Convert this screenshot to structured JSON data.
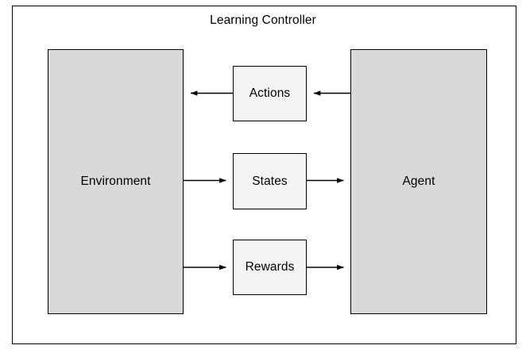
{
  "diagram": {
    "title": "Learning Controller",
    "type": "block-flow-diagram",
    "frame": {
      "stroke": "#000000",
      "fill": "#ffffff"
    },
    "colors": {
      "large_node_fill": "#d9d9d9",
      "small_node_fill": "#f4f4f4",
      "stroke": "#000000",
      "text": "#000000",
      "background": "#ffffff"
    },
    "nodes": [
      {
        "id": "environment",
        "label": "Environment",
        "shape": "rectangle",
        "fill": "#d9d9d9",
        "side": "left"
      },
      {
        "id": "agent",
        "label": "Agent",
        "shape": "rectangle",
        "fill": "#d9d9d9",
        "side": "right"
      },
      {
        "id": "actions",
        "label": "Actions",
        "shape": "rectangle",
        "fill": "#f4f4f4",
        "side": "center"
      },
      {
        "id": "states",
        "label": "States",
        "shape": "rectangle",
        "fill": "#f4f4f4",
        "side": "center"
      },
      {
        "id": "rewards",
        "label": "Rewards",
        "shape": "rectangle",
        "fill": "#f4f4f4",
        "side": "center"
      }
    ],
    "edges": [
      {
        "id": "agent-to-actions",
        "from": "agent",
        "to": "actions",
        "direction": "left",
        "label": ""
      },
      {
        "id": "actions-to-environment",
        "from": "actions",
        "to": "environment",
        "direction": "left",
        "label": ""
      },
      {
        "id": "environment-to-states",
        "from": "environment",
        "to": "states",
        "direction": "right",
        "label": ""
      },
      {
        "id": "states-to-agent",
        "from": "states",
        "to": "agent",
        "direction": "right",
        "label": ""
      },
      {
        "id": "environment-to-rewards",
        "from": "environment",
        "to": "rewards",
        "direction": "right",
        "label": ""
      },
      {
        "id": "rewards-to-agent",
        "from": "rewards",
        "to": "agent",
        "direction": "right",
        "label": ""
      }
    ]
  }
}
